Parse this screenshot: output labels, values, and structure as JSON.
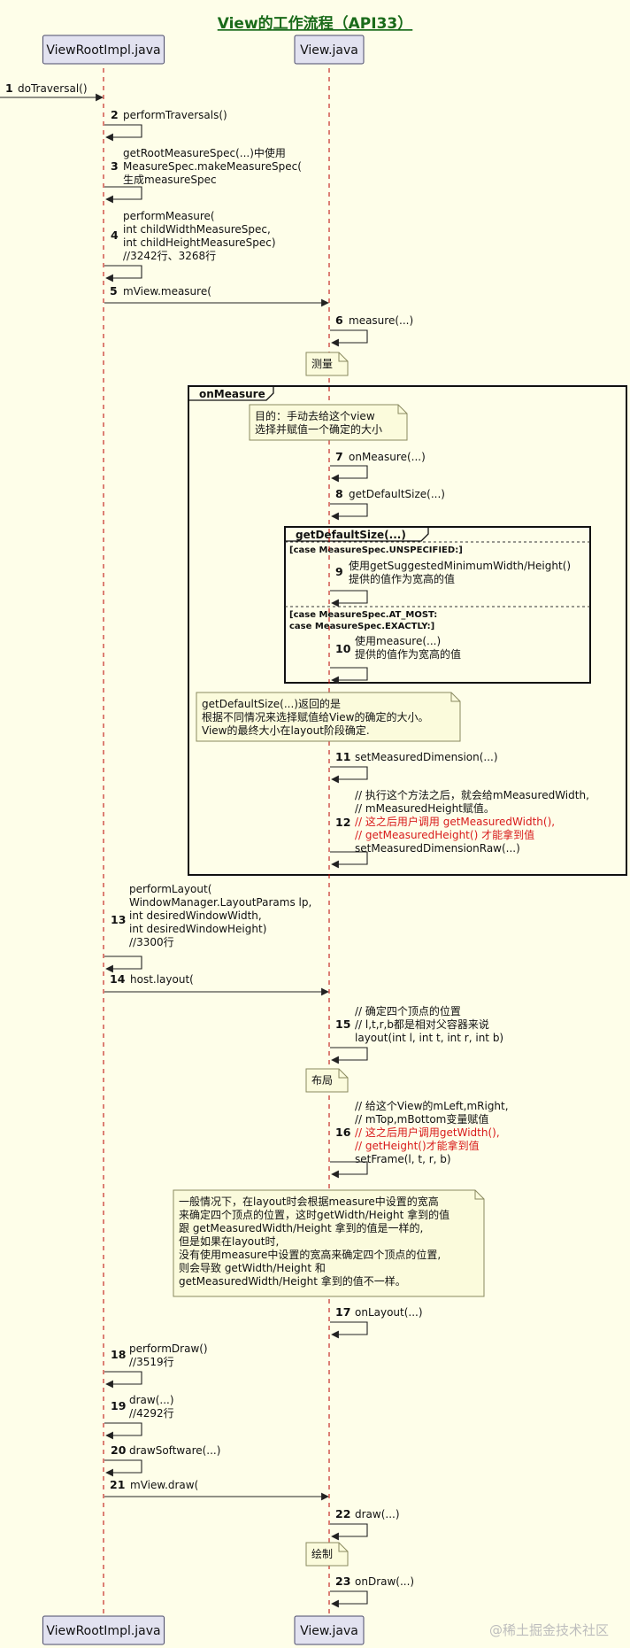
{
  "title": "View的工作流程（API33）",
  "participants": [
    "ViewRootImpl.java",
    "View.java"
  ],
  "messages": [
    {
      "n": "1",
      "lines": [
        "doTraversal()"
      ],
      "red": []
    },
    {
      "n": "2",
      "lines": [
        "performTraversals()"
      ],
      "red": []
    },
    {
      "n": "3",
      "lines": [
        "getRootMeasureSpec(...)中使用",
        "MeasureSpec.makeMeasureSpec(",
        "生成measureSpec"
      ],
      "red": []
    },
    {
      "n": "4",
      "lines": [
        "performMeasure(",
        "int childWidthMeasureSpec,",
        "int childHeightMeasureSpec)",
        "//3242行、3268行"
      ],
      "red": []
    },
    {
      "n": "5",
      "lines": [
        "mView.measure("
      ],
      "red": []
    },
    {
      "n": "6",
      "lines": [
        "measure(...)"
      ],
      "red": []
    },
    {
      "n": "7",
      "lines": [
        "onMeasure(...)"
      ],
      "red": []
    },
    {
      "n": "8",
      "lines": [
        "getDefaultSize(...)"
      ],
      "red": []
    },
    {
      "n": "9",
      "lines": [
        "使用getSuggestedMinimumWidth/Height()",
        "提供的值作为宽高的值"
      ],
      "red": []
    },
    {
      "n": "10",
      "lines": [
        "使用measure(...)",
        "提供的值作为宽高的值"
      ],
      "red": []
    },
    {
      "n": "11",
      "lines": [
        "setMeasuredDimension(...)"
      ],
      "red": []
    },
    {
      "n": "12",
      "lines": [
        "// 执行这个方法之后，就会给mMeasuredWidth,",
        "// mMeasuredHeight赋值。",
        "// 这之后用户调用 getMeasuredWidth(),",
        "// getMeasuredHeight() 才能拿到值",
        "setMeasuredDimensionRaw(...)"
      ],
      "red": [
        2,
        3
      ]
    },
    {
      "n": "13",
      "lines": [
        "performLayout(",
        "WindowManager.LayoutParams lp,",
        "int desiredWindowWidth,",
        "int desiredWindowHeight)",
        "//3300行"
      ],
      "red": []
    },
    {
      "n": "14",
      "lines": [
        "host.layout("
      ],
      "red": []
    },
    {
      "n": "15",
      "lines": [
        "// 确定四个顶点的位置",
        "// l,t,r,b都是相对父容器来说",
        "layout(int l, int t, int r, int b)"
      ],
      "red": []
    },
    {
      "n": "16",
      "lines": [
        "// 给这个View的mLeft,mRight,",
        "// mTop,mBottom变量赋值",
        "// 这之后用户调用getWidth(),",
        "// getHeight()才能拿到值",
        "setFrame(l, t, r, b)"
      ],
      "red": [
        2,
        3
      ]
    },
    {
      "n": "17",
      "lines": [
        "onLayout(...)"
      ],
      "red": []
    },
    {
      "n": "18",
      "lines": [
        "performDraw()",
        "//3519行"
      ],
      "red": []
    },
    {
      "n": "19",
      "lines": [
        "draw(...)",
        "//4292行"
      ],
      "red": []
    },
    {
      "n": "20",
      "lines": [
        "drawSoftware(...)"
      ],
      "red": []
    },
    {
      "n": "21",
      "lines": [
        "mView.draw("
      ],
      "red": []
    },
    {
      "n": "22",
      "lines": [
        "draw(...)"
      ],
      "red": []
    },
    {
      "n": "23",
      "lines": [
        "onDraw(...)"
      ],
      "red": []
    }
  ],
  "notes": [
    [
      "测量"
    ],
    [
      "目的：手动去给这个view",
      "选择并赋值一个确定的大小"
    ],
    [
      "getDefaultSize(...)返回的是",
      "根据不同情况来选择赋值给View的确定的大小。",
      "View的最终大小在layout阶段确定."
    ],
    [
      "布局"
    ],
    [
      "一般情况下，在layout时会根据measure中设置的宽高",
      "来确定四个顶点的位置，这时getWidth/Height 拿到的值",
      "跟 getMeasuredWidth/Height 拿到的值是一样的,",
      "但是如果在layout时,",
      "没有使用measure中设置的宽高来确定四个顶点的位置,",
      "则会导致 getWidth/Height 和",
      "getMeasuredWidth/Height 拿到的值不一样。"
    ],
    [
      "绘制"
    ]
  ],
  "frames": {
    "onmeasure": "onMeasure",
    "getdefaultsize": "getDefaultSize(...)",
    "case1": "[case MeasureSpec.UNSPECIFIED:]",
    "case2": [
      "[case MeasureSpec.AT_MOST:",
      "case MeasureSpec.EXACTLY:]"
    ]
  },
  "watermark": "@稀土掘金技术社区",
  "colors": {
    "background": "#fefee9",
    "participant_fill": "#e2e2f0",
    "note_fill": "#fbfbdc",
    "title_green": "#1a6b1a",
    "red_text": "#d81b1b"
  }
}
